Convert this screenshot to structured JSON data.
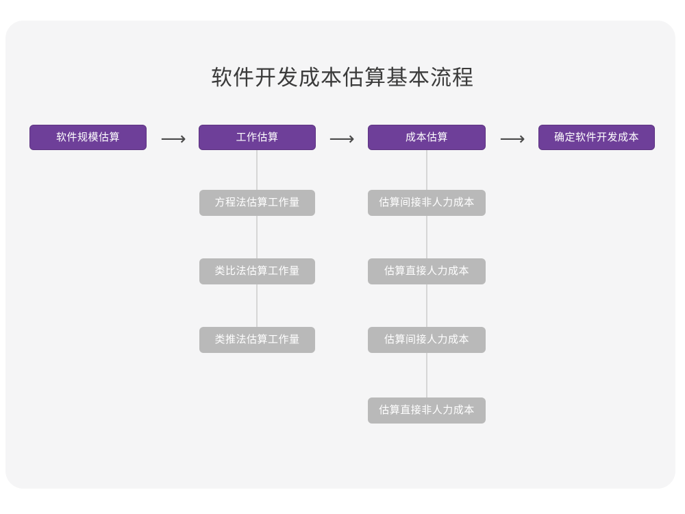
{
  "diagram": {
    "title": "软件开发成本估算基本流程",
    "colors": {
      "canvas_background": "#ffffff",
      "card_background": "#f5f5f6",
      "title_text": "#3b3b3b",
      "main_node_fill": "#6e3f99",
      "main_node_border": "#5d3381",
      "main_node_text": "#ffffff",
      "sub_node_fill": "#b9b9b9",
      "sub_node_text": "#ffffff",
      "connector_line": "#d6d6d6",
      "arrow": "#4a4a4a"
    },
    "arrow_glyph": "⟶",
    "main_steps": [
      {
        "label": "软件规模估算"
      },
      {
        "label": "工作估算"
      },
      {
        "label": "成本估算"
      },
      {
        "label": "确定软件开发成本"
      }
    ],
    "arrows": [
      {
        "label": "⟶"
      },
      {
        "label": "⟶"
      },
      {
        "label": "⟶"
      }
    ],
    "branches": [
      {
        "parent": "工作估算",
        "items": [
          {
            "label": "方程法估算工作量"
          },
          {
            "label": "类比法估算工作量"
          },
          {
            "label": "类推法估算工作量"
          }
        ]
      },
      {
        "parent": "成本估算",
        "items": [
          {
            "label": "估算间接非人力成本"
          },
          {
            "label": "估算直接人力成本"
          },
          {
            "label": "估算间接人力成本"
          },
          {
            "label": "估算直接非人力成本"
          }
        ]
      }
    ]
  }
}
